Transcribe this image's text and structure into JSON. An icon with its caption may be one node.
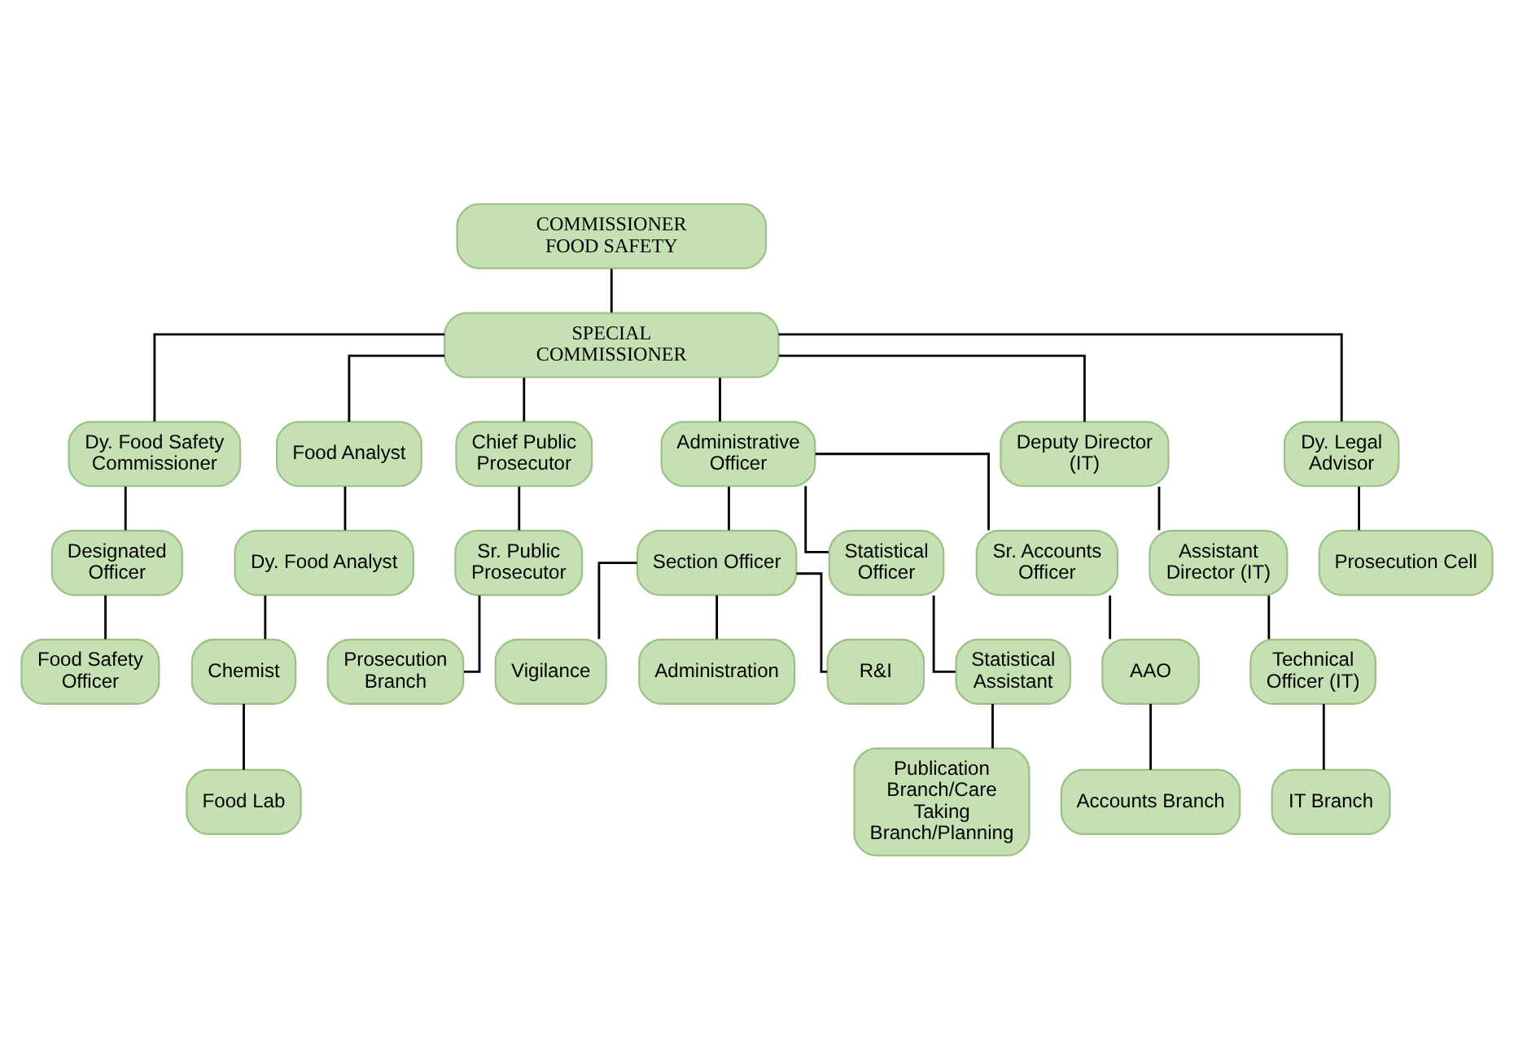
{
  "diagram": {
    "nodes": [
      {
        "text": [
          "COMMISSIONER FOOD SAFETY"
        ]
      },
      {
        "text": [
          "SPECIAL COMMISSIONER"
        ]
      },
      {
        "text": [
          "Dy. Food Safety Commissioner"
        ]
      },
      {
        "text": [
          "Food Analyst"
        ]
      },
      {
        "text": [
          "Chief Public Prosecutor"
        ]
      },
      {
        "text": [
          "Administrative Officer"
        ]
      },
      {
        "text": [
          "Deputy Director (IT)"
        ]
      },
      {
        "text": [
          "Dy. Legal Advisor"
        ]
      },
      {
        "text": [
          "Designated Officer"
        ]
      },
      {
        "text": [
          "Food Safety Officer"
        ]
      },
      {
        "text": [
          "Dy. Food Analyst"
        ]
      },
      {
        "text": [
          "Chemist"
        ]
      },
      {
        "text": [
          "Food Lab"
        ]
      },
      {
        "text": [
          "Sr. Public Prosecutor"
        ]
      },
      {
        "text": [
          "Prosecution Branch"
        ]
      },
      {
        "text": [
          "Assistant Director (IT)"
        ]
      },
      {
        "text": [
          "Technical Officer (IT)"
        ]
      },
      {
        "text": [
          "IT Branch"
        ]
      },
      {
        "text": [
          "Prosecution Cell"
        ]
      },
      {
        "text": [
          "Section Officer"
        ]
      },
      {
        "text": [
          "Statistical Officer"
        ]
      },
      {
        "text": [
          "Sr. Accounts Officer"
        ]
      },
      {
        "text": [
          "Vigilance"
        ]
      },
      {
        "text": [
          "Administration"
        ]
      },
      {
        "text": [
          "R&I"
        ]
      },
      {
        "text": [
          "Statistical Assistant"
        ]
      },
      {
        "text": [
          "Publication Branch/Care Taking Branch/Planning"
        ]
      },
      {
        "text": [
          "AAO"
        ]
      },
      {
        "text": [
          "Accounts Branch"
        ]
      }
    ],
    "edges": [
      {
        "from": 0,
        "to": 1,
        "arrow": "none"
      },
      {
        "from": 1,
        "to": 2,
        "arrow": "none"
      },
      {
        "from": 1,
        "to": 3,
        "arrow": "none"
      },
      {
        "from": 1,
        "to": 4,
        "arrow": "none"
      },
      {
        "from": 1,
        "to": 5,
        "arrow": "none"
      },
      {
        "from": 1,
        "to": 6,
        "arrow": "none"
      },
      {
        "from": 1,
        "to": 7,
        "arrow": "none"
      },
      {
        "from": 2,
        "to": 8,
        "arrow": "none"
      },
      {
        "from": 8,
        "to": 9,
        "arrow": "none"
      },
      {
        "from": 3,
        "to": 10,
        "arrow": "none"
      },
      {
        "from": 10,
        "to": 11,
        "arrow": "none"
      },
      {
        "from": 11,
        "to": 12,
        "arrow": "none"
      },
      {
        "from": 4,
        "to": 13,
        "arrow": "none"
      },
      {
        "from": 13,
        "to": 14,
        "arrow": "none"
      },
      {
        "from": 6,
        "to": 15,
        "arrow": "none"
      },
      {
        "from": 15,
        "to": 16,
        "arrow": "none"
      },
      {
        "from": 16,
        "to": 17,
        "arrow": "none"
      },
      {
        "from": 7,
        "to": 18,
        "arrow": "none"
      },
      {
        "from": 5,
        "to": 19,
        "arrow": "none"
      },
      {
        "from": 5,
        "to": 20,
        "arrow": "none"
      },
      {
        "from": 5,
        "to": 21,
        "arrow": "none"
      },
      {
        "from": 19,
        "to": 22,
        "arrow": "none"
      },
      {
        "from": 19,
        "to": 23,
        "arrow": "none"
      },
      {
        "from": 19,
        "to": 24,
        "arrow": "none"
      },
      {
        "from": 20,
        "to": 25,
        "arrow": "none"
      },
      {
        "from": 25,
        "to": 26,
        "arrow": "none"
      },
      {
        "from": 21,
        "to": 27,
        "arrow": "none"
      },
      {
        "from": 27,
        "to": 28,
        "arrow": "none"
      }
    ]
  }
}
